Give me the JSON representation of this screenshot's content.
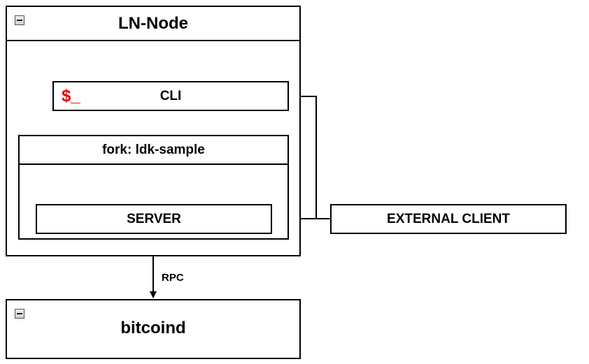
{
  "ln_node": {
    "title": "LN-Node",
    "icon": "collapse-minus-icon"
  },
  "cli": {
    "prompt": "$_",
    "label": "CLI",
    "prompt_color": "#e00000"
  },
  "fork": {
    "title": "fork: ldk-sample"
  },
  "server": {
    "label": "SERVER"
  },
  "external_client": {
    "label": "EXTERNAL CLIENT"
  },
  "rpc": {
    "label": "RPC"
  },
  "bitcoind": {
    "title": "bitcoind",
    "icon": "collapse-minus-icon"
  }
}
